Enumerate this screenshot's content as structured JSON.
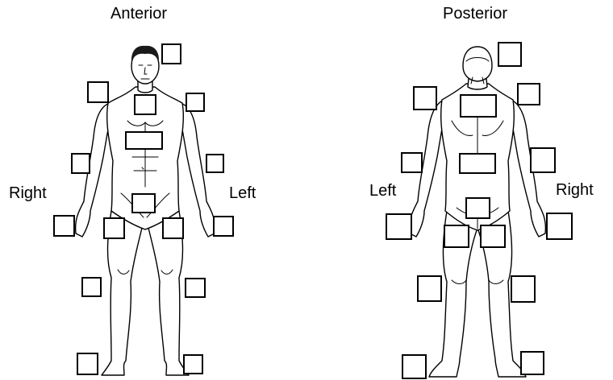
{
  "views": {
    "anterior": {
      "title": "Anterior",
      "side_left_label": "Right",
      "side_right_label": "Left"
    },
    "posterior": {
      "title": "Posterior",
      "side_left_label": "Left",
      "side_right_label": "Right"
    }
  }
}
